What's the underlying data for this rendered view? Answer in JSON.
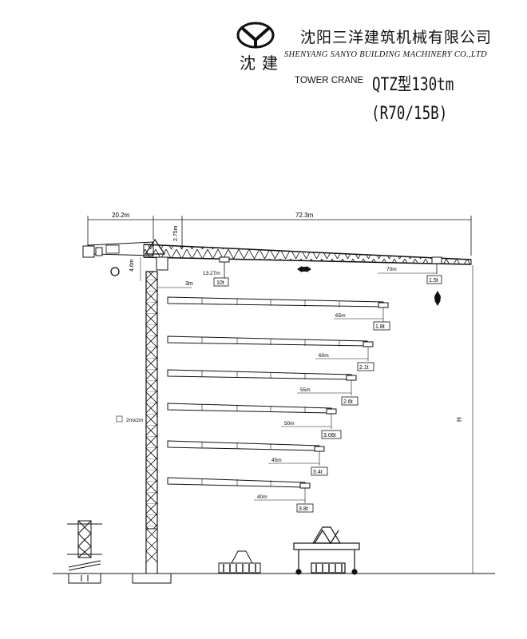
{
  "header": {
    "logo_text": "沈建",
    "company_cn": "沈阳三洋建筑机械有限公司",
    "company_en": "SHENYANG SANYO BUILDING MACHINERY CO.,LTD",
    "crane_label": "TOWER CRANE",
    "model": "QTZ型130tm",
    "variant": "(R70/15B)"
  },
  "dimensions": {
    "counter_jib": "20.2m",
    "jib": "72.3m",
    "head_height": "2.75m",
    "jib_depth": "4.6m",
    "offset": "3m",
    "mast_section": "2mx2m",
    "height": "H"
  },
  "loads": {
    "max_radius": "13.27m",
    "max_load": "10t",
    "tip_radius": "70m",
    "tip_load": "1.5t",
    "configurations": [
      {
        "radius": "65m",
        "load": "1.8t"
      },
      {
        "radius": "60m",
        "load": "2.1t"
      },
      {
        "radius": "55m",
        "load": "2.6t"
      },
      {
        "radius": "50m",
        "load": "3.06t"
      },
      {
        "radius": "45m",
        "load": "3.4t"
      },
      {
        "radius": "40m",
        "load": "3.8t"
      }
    ]
  }
}
